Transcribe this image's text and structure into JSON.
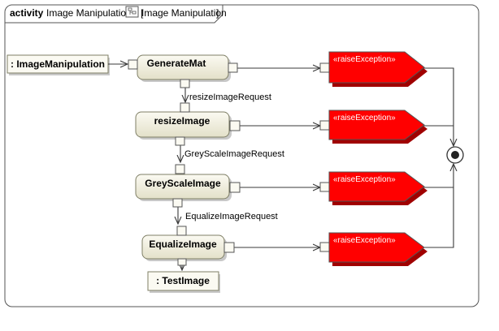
{
  "frame": {
    "keyword": "activity",
    "name": "Image Manipulation",
    "bracket_open": "[",
    "bracket_close": "]",
    "ref_name": "Image Manipulation",
    "ref_icon": "activity-diagram-icon"
  },
  "parameter_node": {
    "label": ": ImageManipulation"
  },
  "actions": [
    {
      "id": "generate_mat",
      "label": "GenerateMat"
    },
    {
      "id": "resize_image",
      "label": "resizeImage"
    },
    {
      "id": "grey_scale_image",
      "label": "GreyScaleImage"
    },
    {
      "id": "equalize_image",
      "label": "EqualizeImage"
    }
  ],
  "flow_labels": [
    "resizeImageRequest",
    "GreyScaleImageRequest",
    "EqualizeImageRequest"
  ],
  "output_node": {
    "label": ": TestImage"
  },
  "signals": [
    {
      "label": "«raiseException»"
    },
    {
      "label": "«raiseException»"
    },
    {
      "label": "«raiseException»"
    },
    {
      "label": "«raiseException»"
    }
  ],
  "final_node": {
    "icon": "activity-final-node-icon"
  },
  "colors": {
    "action_fill": "#eceadb",
    "action_stroke": "#7f7f66",
    "signal_fill": "#ff0000",
    "signal_text": "#ffffff",
    "line": "#3a3a3a"
  }
}
